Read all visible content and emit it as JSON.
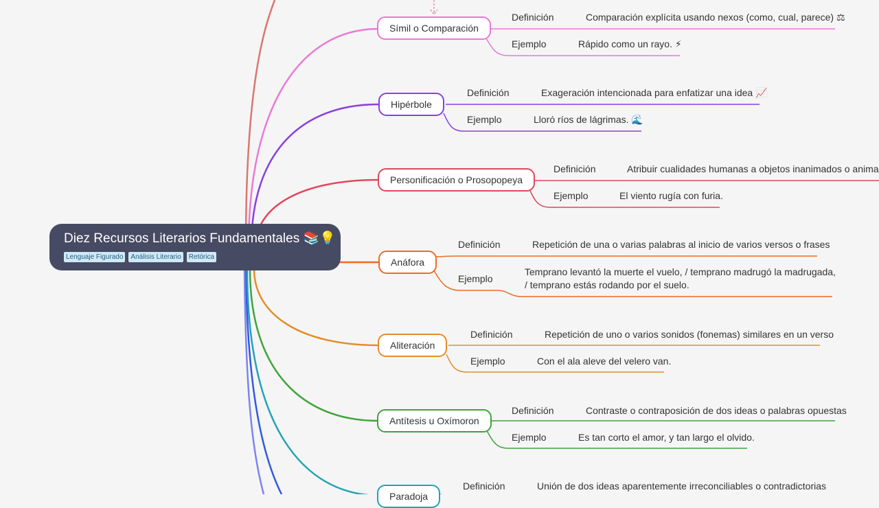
{
  "root": {
    "title": "Diez Recursos Literarios Fundamentales 📚💡",
    "tags": [
      "Lenguaje Figurado",
      "Análisis Literario",
      "Retórica"
    ]
  },
  "colors": {
    "root_bg": "#474a63",
    "background": "#f5f5f5",
    "branches": [
      "#e879d6",
      "#8a3fe0",
      "#e0475a",
      "#f06a24",
      "#e38d26",
      "#3fa33a",
      "#23a3b5"
    ],
    "offscreen_branches": [
      "#d9766f",
      "#2f5ae0",
      "#7b84ef"
    ]
  },
  "topics": [
    {
      "label": "Símil o Comparación",
      "definition_label": "Definición",
      "definition": "Comparación explícita usando nexos (como, cual, parece) ⚖",
      "example_label": "Ejemplo",
      "example": "Rápido como un rayo. ⚡"
    },
    {
      "label": "Hipérbole",
      "definition_label": "Definición",
      "definition": "Exageración intencionada para enfatizar una idea 📈",
      "example_label": "Ejemplo",
      "example": "Lloró ríos de lágrimas. 🌊"
    },
    {
      "label": "Personificación o Prosopopeya",
      "definition_label": "Definición",
      "definition": "Atribuir cualidades humanas a objetos inanimados o animales",
      "example_label": "Ejemplo",
      "example": "El viento rugía con furia."
    },
    {
      "label": "Anáfora",
      "definition_label": "Definición",
      "definition": "Repetición de una o varias palabras al inicio de varios versos o frases",
      "example_label": "Ejemplo",
      "example_lines": [
        "Temprano levantó la muerte el vuelo, / temprano madrugó la madrugada,",
        "/ temprano estás rodando por el suelo."
      ]
    },
    {
      "label": "Aliteración",
      "definition_label": "Definición",
      "definition": "Repetición de uno o varios sonidos (fonemas) similares en un verso",
      "example_label": "Ejemplo",
      "example": "Con el ala aleve del velero van."
    },
    {
      "label": "Antítesis u Oxímoron",
      "definition_label": "Definición",
      "definition": "Contraste o contraposición de dos ideas o palabras opuestas",
      "example_label": "Ejemplo",
      "example": "Es tan corto el amor, y tan largo el olvido."
    },
    {
      "label": "Paradoja",
      "definition_label": "Definición",
      "definition": "Unión de dos ideas aparentemente irreconciliables o contradictorias"
    }
  ]
}
